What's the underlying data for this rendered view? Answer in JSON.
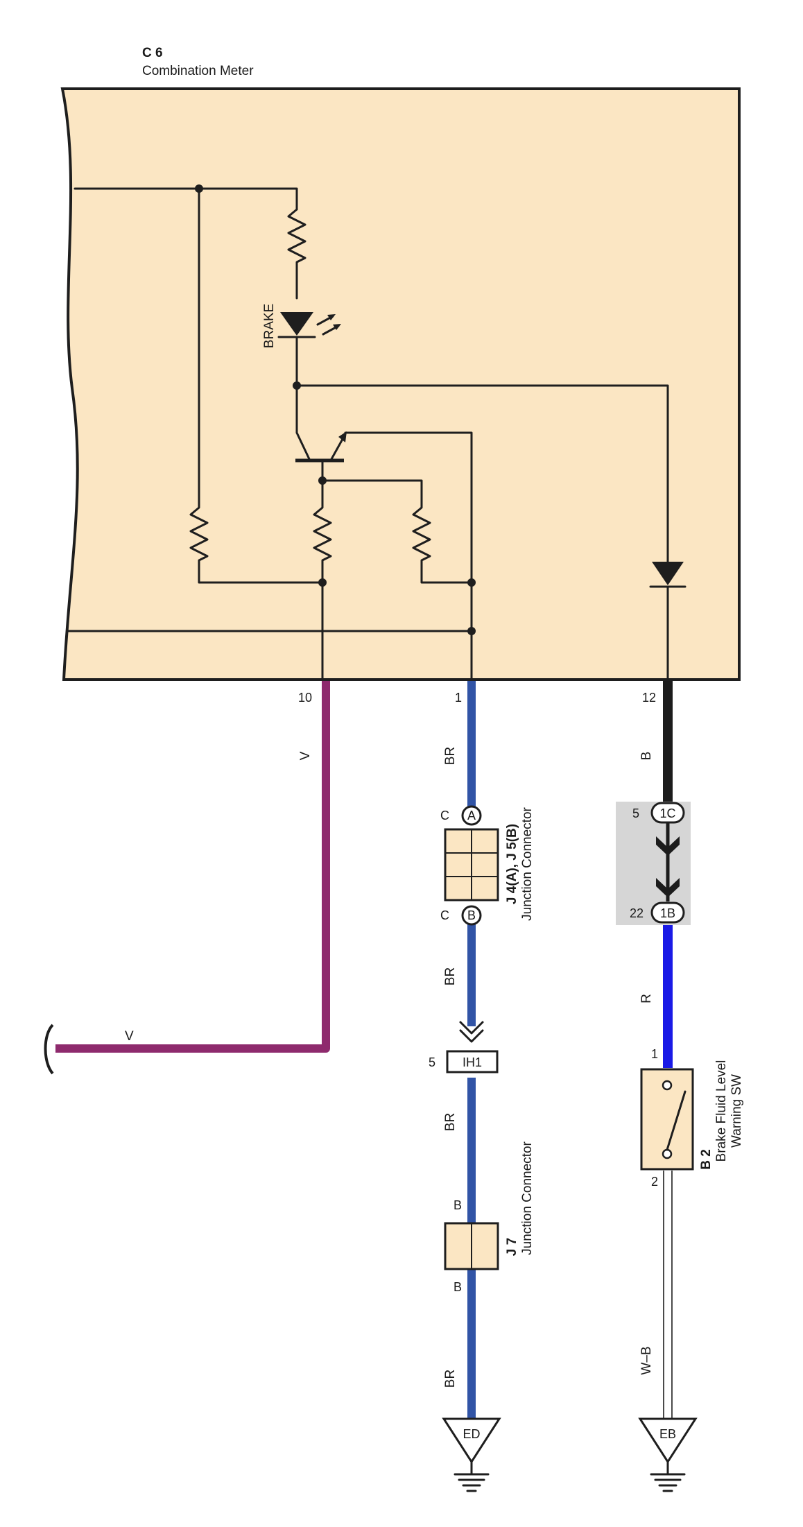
{
  "meter": {
    "code": "C 6",
    "name": "Combination Meter",
    "lamp_label": "BRAKE"
  },
  "pins": {
    "p10": "10",
    "p1": "1",
    "p12": "12"
  },
  "wires": {
    "violet_top": "V",
    "violet_left": "V",
    "br_1": "BR",
    "br_2": "BR",
    "br_3": "BR",
    "br_4": "BR",
    "black": "B",
    "red": "R",
    "wb": "W–B"
  },
  "junction_j4j5": {
    "code": "J 4(A), J 5(B)",
    "name": "Junction Connector",
    "pin_a": "C",
    "pin_b": "C",
    "tag_a": "A",
    "tag_b": "B"
  },
  "connector_ih1": {
    "pin": "5",
    "tag": "IH1"
  },
  "junction_j7": {
    "code": "J 7",
    "name": "Junction Connector",
    "pin_top": "B",
    "pin_bottom": "B"
  },
  "connector_1c_1b": {
    "pin_top": "5",
    "tag_top": "1C",
    "pin_bottom": "22",
    "tag_bottom": "1B"
  },
  "switch_b2": {
    "code": "B 2",
    "name_line1": "Brake Fluid Level",
    "name_line2": "Warning SW",
    "pin_top": "1",
    "pin_bottom": "2"
  },
  "grounds": {
    "left": "ED",
    "right": "EB"
  },
  "colors": {
    "body_fill": "#fbe6c3",
    "violet": "#8e2a6d",
    "blue_br": "#3154a6",
    "black": "#1c1c1c",
    "red_blue": "#1a1ae6",
    "connector_gray": "#d6d6d6"
  }
}
